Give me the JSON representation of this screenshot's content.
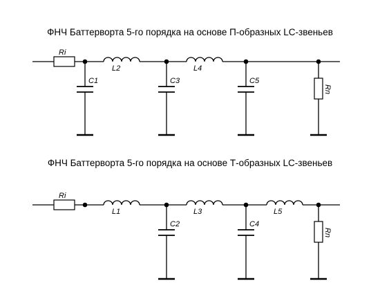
{
  "diagram1": {
    "title": "ФНЧ Баттерворта 5-го порядка на основе П-образных LC-звеньев",
    "labels": {
      "ri": "Ri",
      "l2": "L2",
      "l4": "L4",
      "c1": "C1",
      "c3": "C3",
      "c5": "C5",
      "rn": "Rn"
    }
  },
  "diagram2": {
    "title": "ФНЧ Баттерворта 5-го порядка на основе Т-образных LC-звеньев",
    "labels": {
      "ri": "Ri",
      "l1": "L1",
      "l3": "L3",
      "l5": "L5",
      "c2": "C2",
      "c4": "C4",
      "rn": "Rn"
    }
  }
}
